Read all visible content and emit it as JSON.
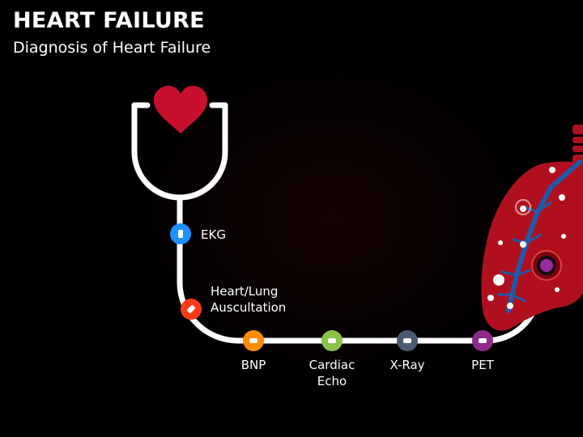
{
  "header": {
    "title": "HEART FAILURE",
    "subtitle": "Diagnosis of Heart Failure"
  },
  "steps": [
    {
      "label": "EKG",
      "color": "#1e90ff"
    },
    {
      "label_lines": [
        "Heart/Lung",
        "Auscultation"
      ],
      "color": "#ff3a1a"
    },
    {
      "label": "BNP",
      "color": "#ff8c00"
    },
    {
      "label_lines": [
        "Cardiac",
        "Echo"
      ],
      "color": "#8bc34a"
    },
    {
      "label": "X-Ray",
      "color": "#4a5a70"
    },
    {
      "label": "PET",
      "color": "#8e2a8a"
    }
  ],
  "colors": {
    "background": "#000000",
    "tube": "#ffffff",
    "heart": "#c8102e",
    "lung": "#b0101e",
    "vessel": "#1e5aa8"
  },
  "icons": [
    "heart-icon",
    "stethoscope-icon",
    "lung-icon"
  ]
}
